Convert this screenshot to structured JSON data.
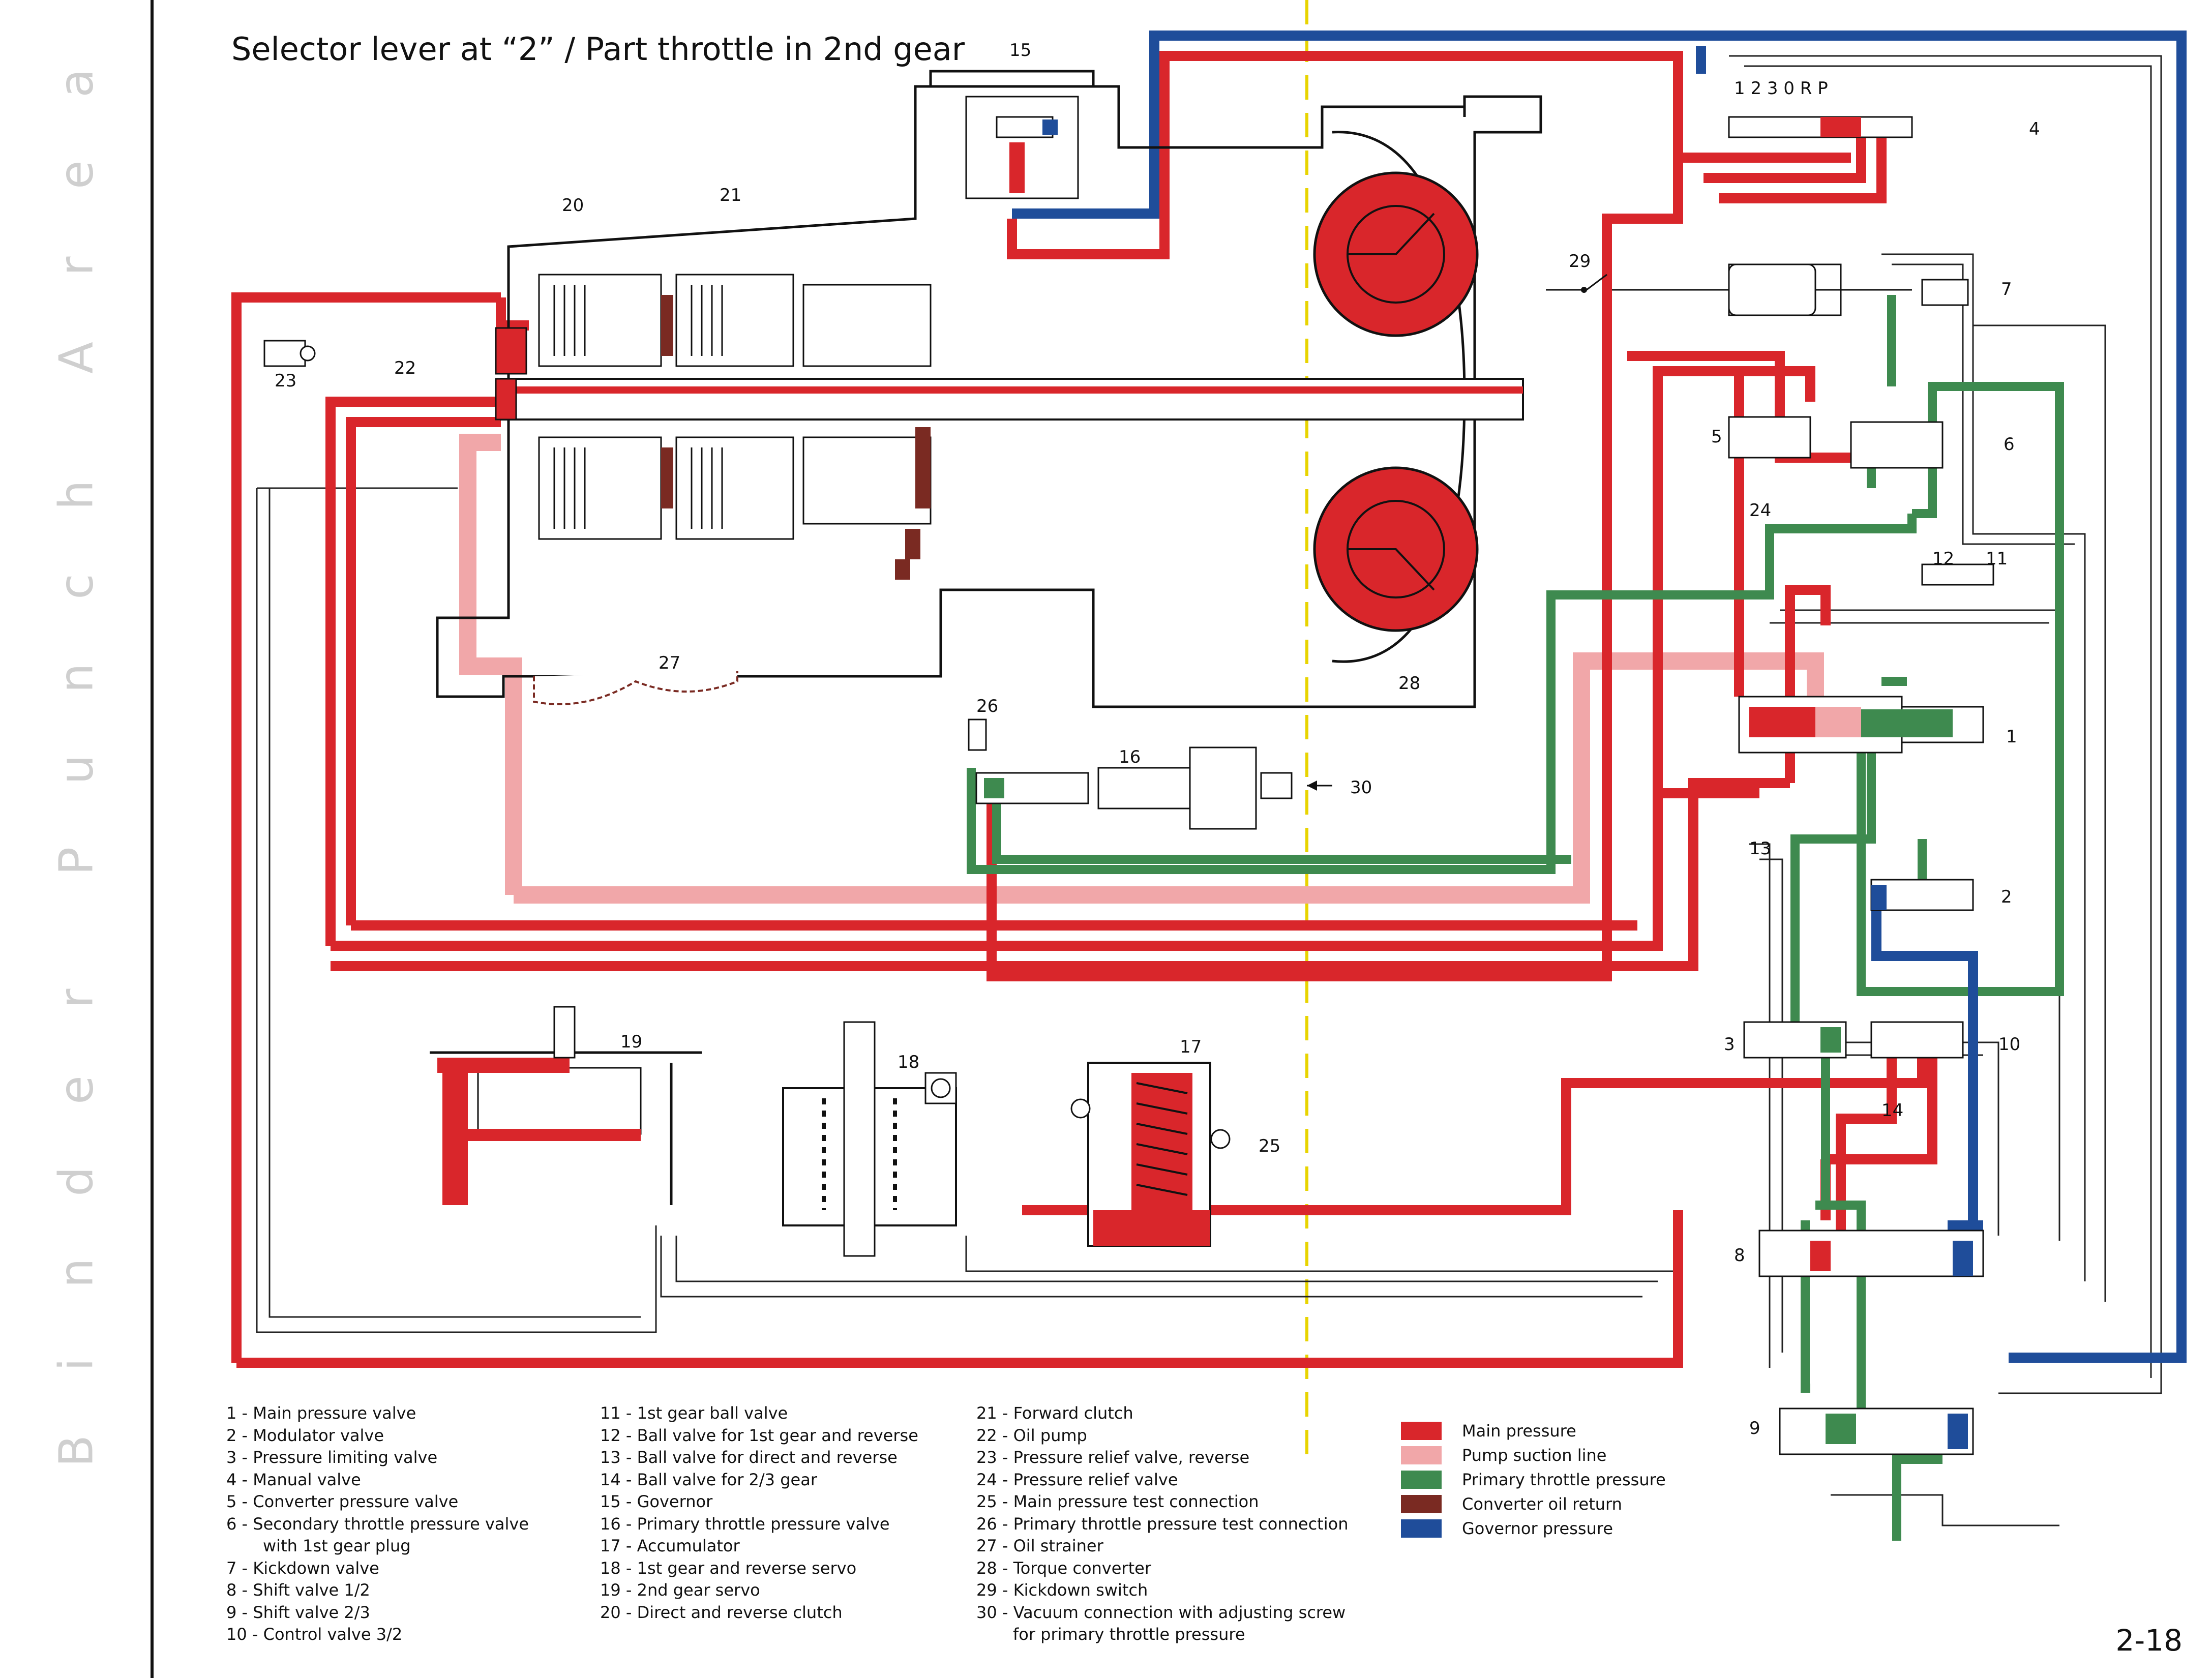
{
  "binder": {
    "letters": [
      "B",
      "i",
      "n",
      "d",
      "e",
      "r",
      " ",
      "P",
      "u",
      "n",
      "c",
      "h",
      " ",
      "A",
      "r",
      "e",
      "a"
    ]
  },
  "title": "Selector lever at “2” / Part throttle in 2nd gear",
  "page_number": "2-18",
  "selector_marks": "1 2 3 0 R P",
  "callouts": [
    "1",
    "2",
    "3",
    "4",
    "5",
    "6",
    "7",
    "8",
    "9",
    "10",
    "11",
    "12",
    "13",
    "14",
    "15",
    "16",
    "17",
    "18",
    "19",
    "20",
    "21",
    "22",
    "23",
    "24",
    "25",
    "26",
    "27",
    "28",
    "29",
    "30"
  ],
  "legend_parts": {
    "col1": [
      "1 - Main pressure valve",
      "2 - Modulator valve",
      "3 - Pressure limiting valve",
      "4 - Manual valve",
      "5 - Converter pressure valve",
      "6 - Secondary throttle pressure valve",
      "with 1st gear plug",
      "7 - Kickdown valve",
      "8 - Shift valve 1/2",
      "9 - Shift valve 2/3",
      "10 - Control valve 3/2"
    ],
    "col2": [
      "11 - 1st gear ball valve",
      "12 - Ball valve for 1st gear and reverse",
      "13 - Ball valve for direct and reverse",
      "14 - Ball valve for 2/3 gear",
      "15 - Governor",
      "16 - Primary throttle pressure valve",
      "17 - Accumulator",
      "18 - 1st gear and reverse servo",
      "19 - 2nd gear servo",
      "20 - Direct and reverse clutch"
    ],
    "col3": [
      "21 - Forward clutch",
      "22 - Oil pump",
      "23 - Pressure relief valve, reverse",
      "24 - Pressure relief valve",
      "25 - Main pressure test connection",
      "26 - Primary throttle pressure test connection",
      "27 - Oil strainer",
      "28 - Torque converter",
      "29 - Kickdown switch",
      "30 - Vacuum connection with adjusting screw",
      "for primary throttle pressure"
    ]
  },
  "legend_colors": [
    {
      "label": "Main pressure",
      "color": "#d9262b"
    },
    {
      "label": "Pump suction line",
      "color": "#f1a7a9"
    },
    {
      "label": "Primary throttle pressure",
      "color": "#3e8a4f"
    },
    {
      "label": "Converter oil return",
      "color": "#7a2a22"
    },
    {
      "label": "Governor pressure",
      "color": "#1f4d9a"
    }
  ],
  "colors": {
    "main": "#d9262b",
    "suction": "#f1a7a9",
    "throttle": "#3e8a4f",
    "return": "#7a2a22",
    "governor": "#1f4d9a",
    "centerline": "#e8d400"
  }
}
